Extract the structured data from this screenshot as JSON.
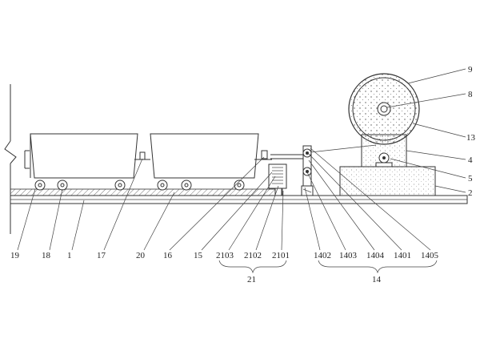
{
  "labels": {
    "l19": "19",
    "l18": "18",
    "l1": "1",
    "l17": "17",
    "l20": "20",
    "l16": "16",
    "l15": "15",
    "l2103": "2103",
    "l2102": "2102",
    "l2101": "2101",
    "l1402": "1402",
    "l1403": "1403",
    "l1404": "1404",
    "l1401": "1401",
    "l1405": "1405",
    "l21": "21",
    "l14": "14",
    "l9": "9",
    "l8": "8",
    "l13": "13",
    "l4": "4",
    "l5": "5",
    "l2": "2"
  }
}
